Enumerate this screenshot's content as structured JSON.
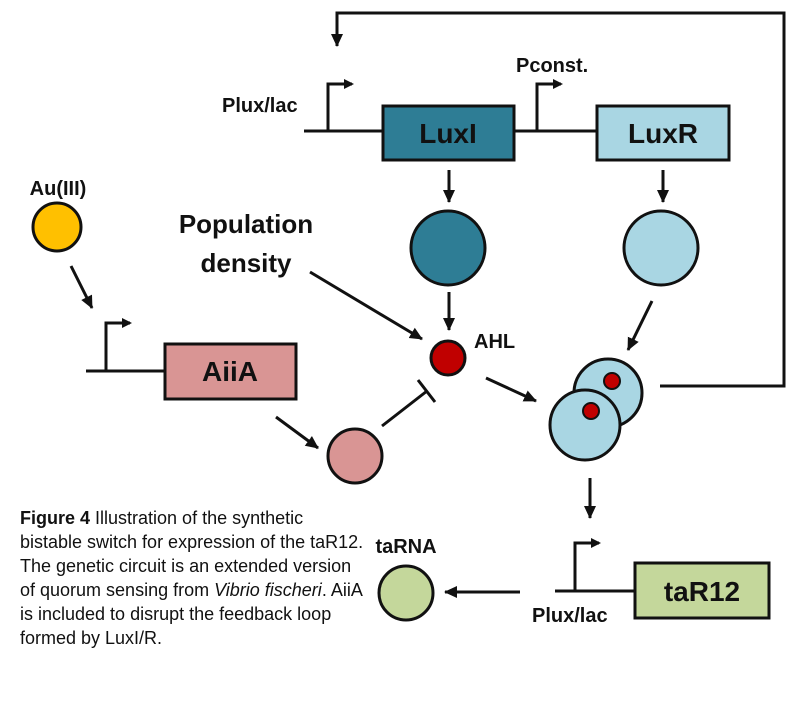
{
  "labels": {
    "plux_lac_top": "Plux/lac",
    "pconst": "Pconst.",
    "au": "Au(III)",
    "population_line1": "Population",
    "population_line2": "density",
    "ahl": "AHL",
    "tarna": "taRNA",
    "plux_lac_bottom": "Plux/lac"
  },
  "genes": {
    "luxi": "LuxI",
    "luxr": "LuxR",
    "aiia": "AiiA",
    "tar12": "taR12"
  },
  "caption": {
    "bold": "Figure 4",
    "part1": " Illustration of the synthetic bistable switch for expression of the taR12. The genetic circuit is an extended version of quorum sensing from ",
    "italic": "Vibrio fischeri",
    "part2": ". AiiA is included to disrupt the feedback loop formed by LuxI/R."
  },
  "colors": {
    "luxi": "#2e7d95",
    "luxr": "#a9d6e3",
    "aiia": "#d99594",
    "tar12": "#c4d79b",
    "au": "#ffc000",
    "ahl": "#c00000",
    "line": "#111111"
  }
}
